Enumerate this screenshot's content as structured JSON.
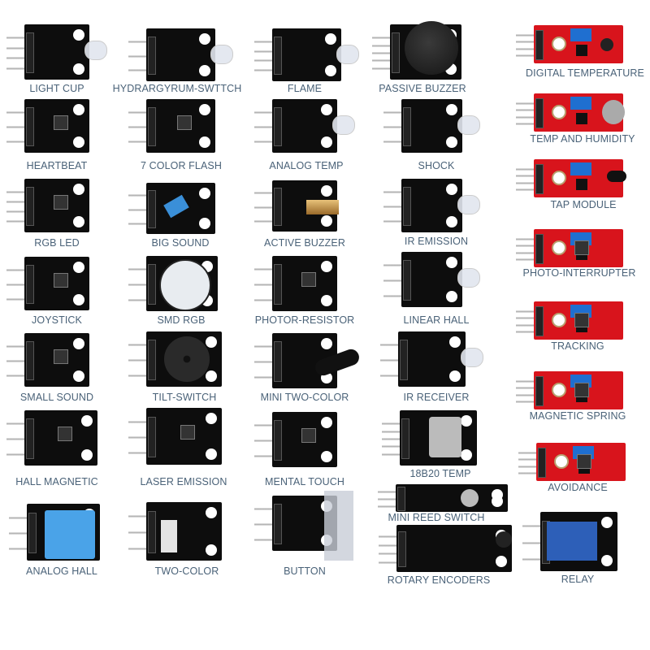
{
  "colors": {
    "label": "#4a6278",
    "board_black": "#0d0d0d",
    "board_red": "#d8141c",
    "background": "#ffffff"
  },
  "modules": [
    {
      "label": "LIGHT CUP"
    },
    {
      "label": "HEARTBEAT"
    },
    {
      "label": "RGB LED"
    },
    {
      "label": "JOYSTICK"
    },
    {
      "label": "SMALL SOUND"
    },
    {
      "label": "HALL MAGNETIC"
    },
    {
      "label": "ANALOG HALL"
    },
    {
      "label": "HYDRARGYRUM-SWTTCH"
    },
    {
      "label": "7 COLOR FLASH"
    },
    {
      "label": "BIG SOUND"
    },
    {
      "label": "SMD RGB"
    },
    {
      "label": "TILT-SWITCH"
    },
    {
      "label": "LASER EMISSION"
    },
    {
      "label": "TWO-COLOR"
    },
    {
      "label": "FLAME"
    },
    {
      "label": "ANALOG TEMP"
    },
    {
      "label": "ACTIVE BUZZER"
    },
    {
      "label": "PHOTOR-RESISTOR"
    },
    {
      "label": "MINI TWO-COLOR"
    },
    {
      "label": "MENTAL TOUCH"
    },
    {
      "label": "BUTTON"
    },
    {
      "label": "PASSIVE BUZZER"
    },
    {
      "label": "SHOCK"
    },
    {
      "label": "IR EMISSION"
    },
    {
      "label": "LINEAR HALL"
    },
    {
      "label": "IR RECEIVER"
    },
    {
      "label": "18B20 TEMP"
    },
    {
      "label": "MINI REED SWITCH"
    },
    {
      "label": "ROTARY ENCODERS"
    },
    {
      "label": "DIGITAL TEMPERATURE"
    },
    {
      "label": "TEMP AND HUMIDITY"
    },
    {
      "label": "TAP MODULE"
    },
    {
      "label": "PHOTO-INTERRUPTER"
    },
    {
      "label": "TRACKING"
    },
    {
      "label": "MAGNETIC SPRING"
    },
    {
      "label": "AVOIDANCE"
    },
    {
      "label": "RELAY"
    }
  ]
}
